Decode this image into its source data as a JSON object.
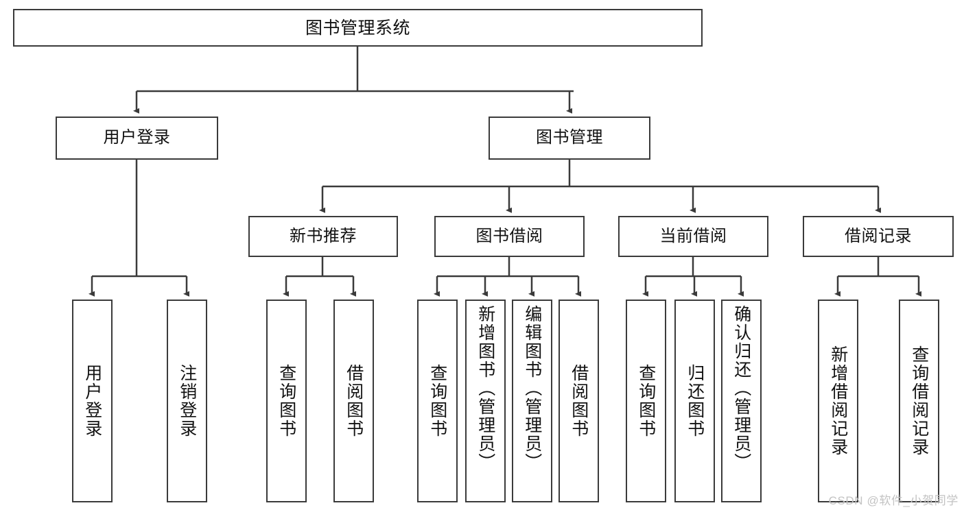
{
  "diagram": {
    "title": "图书管理系统",
    "type": "tree",
    "stroke_color": "#3a3a3a",
    "text_color": "#111111",
    "background_color": "#ffffff",
    "watermark": "CSDN @软件_小贺同学",
    "nodes": {
      "root": "图书管理系统",
      "level2": [
        "用户登录",
        "图书管理"
      ],
      "level3": [
        "新书推荐",
        "图书借阅",
        "当前借阅",
        "借阅记录"
      ],
      "leaves": {
        "user_login": [
          "用户登录",
          "注销登录"
        ],
        "new_book_recommend": [
          "查询图书",
          "借阅图书"
        ],
        "book_borrow": [
          "查询图书",
          "新增图书（管理员）",
          "编辑图书（管理员）",
          "借阅图书"
        ],
        "current_borrow": [
          "查询图书",
          "归还图书",
          "确认归还（管理员）"
        ],
        "borrow_record": [
          "新增借阅记录",
          "查询借阅记录"
        ]
      }
    }
  }
}
